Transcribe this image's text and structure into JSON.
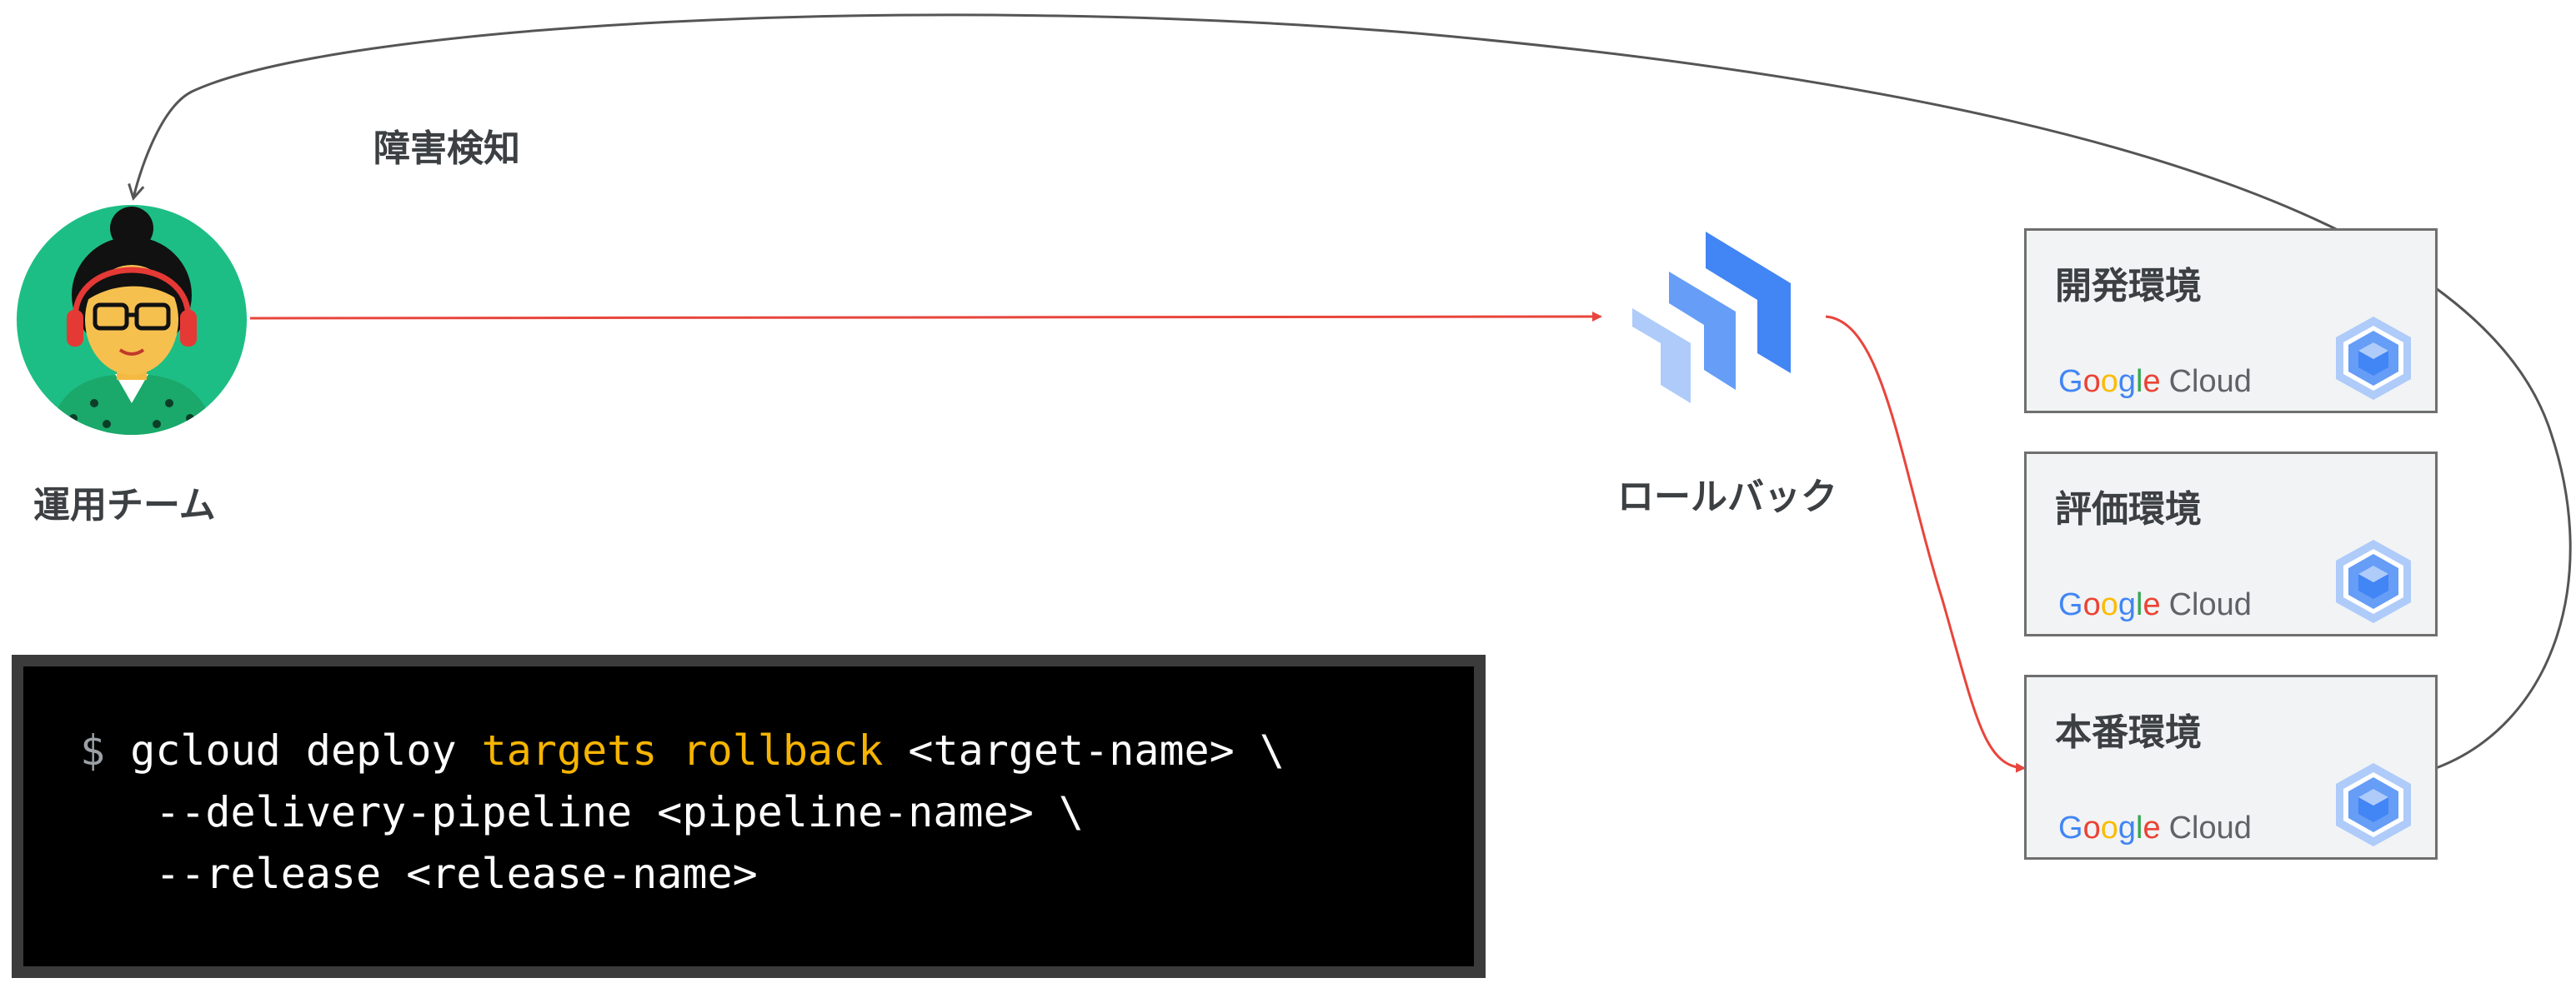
{
  "diagram": {
    "labels": {
      "detect": "障害検知",
      "ops_team": "運用チーム",
      "rollback": "ロールバック"
    },
    "environments": [
      {
        "title": "開発環境",
        "logo_google": "Google",
        "logo_cloud": "Cloud"
      },
      {
        "title": "評価環境",
        "logo_google": "Google",
        "logo_cloud": "Cloud"
      },
      {
        "title": "本番環境",
        "logo_google": "Google",
        "logo_cloud": "Cloud"
      }
    ],
    "icons": {
      "team": "operator-avatar-icon",
      "rollback": "cloud-deploy-icon",
      "environment": "gke-icon"
    },
    "colors": {
      "arrow_red": "#e8453c",
      "arrow_gray": "#555555",
      "keyword": "#f6b400",
      "terminal_bg": "#000000",
      "terminal_border": "#3b3b3b"
    }
  },
  "terminal": {
    "prompt": "$",
    "line1_cmd": "gcloud deploy",
    "line1_kw": "targets rollback",
    "line1_rest": "<target-name> \\",
    "line2": "  --delivery-pipeline <pipeline-name> \\",
    "line3": "  --release <release-name>"
  }
}
